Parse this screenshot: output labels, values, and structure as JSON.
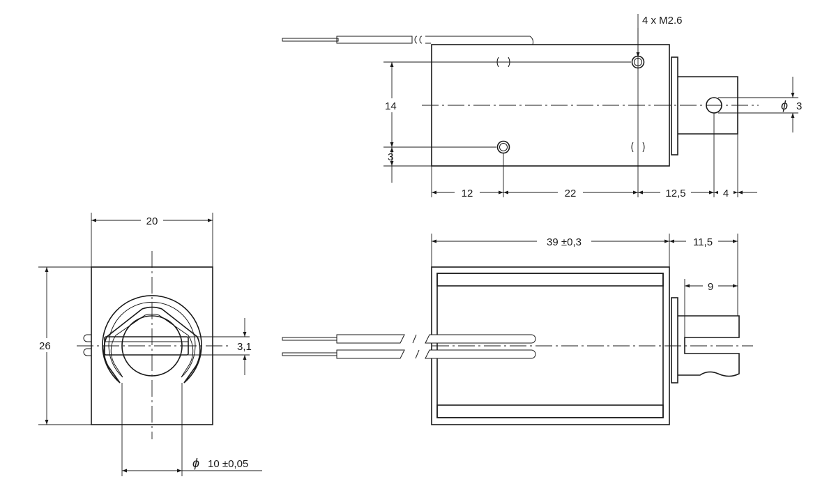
{
  "dimensions": {
    "threads": "4 x M2.6",
    "top_height": "14",
    "top_hole_offset": "3",
    "pin_diameter": "3",
    "seg_12": "12",
    "seg_22": "22",
    "seg_12_5": "12,5",
    "seg_4": "4",
    "front_width": "20",
    "front_height": "26",
    "slot_width": "3,1",
    "plunger_diameter": "10 ±0,05",
    "body_length": "39 ±0,3",
    "plunger_extension": "11,5",
    "plunger_inner": "9"
  },
  "symbols": {
    "diameter": "ϕ"
  }
}
